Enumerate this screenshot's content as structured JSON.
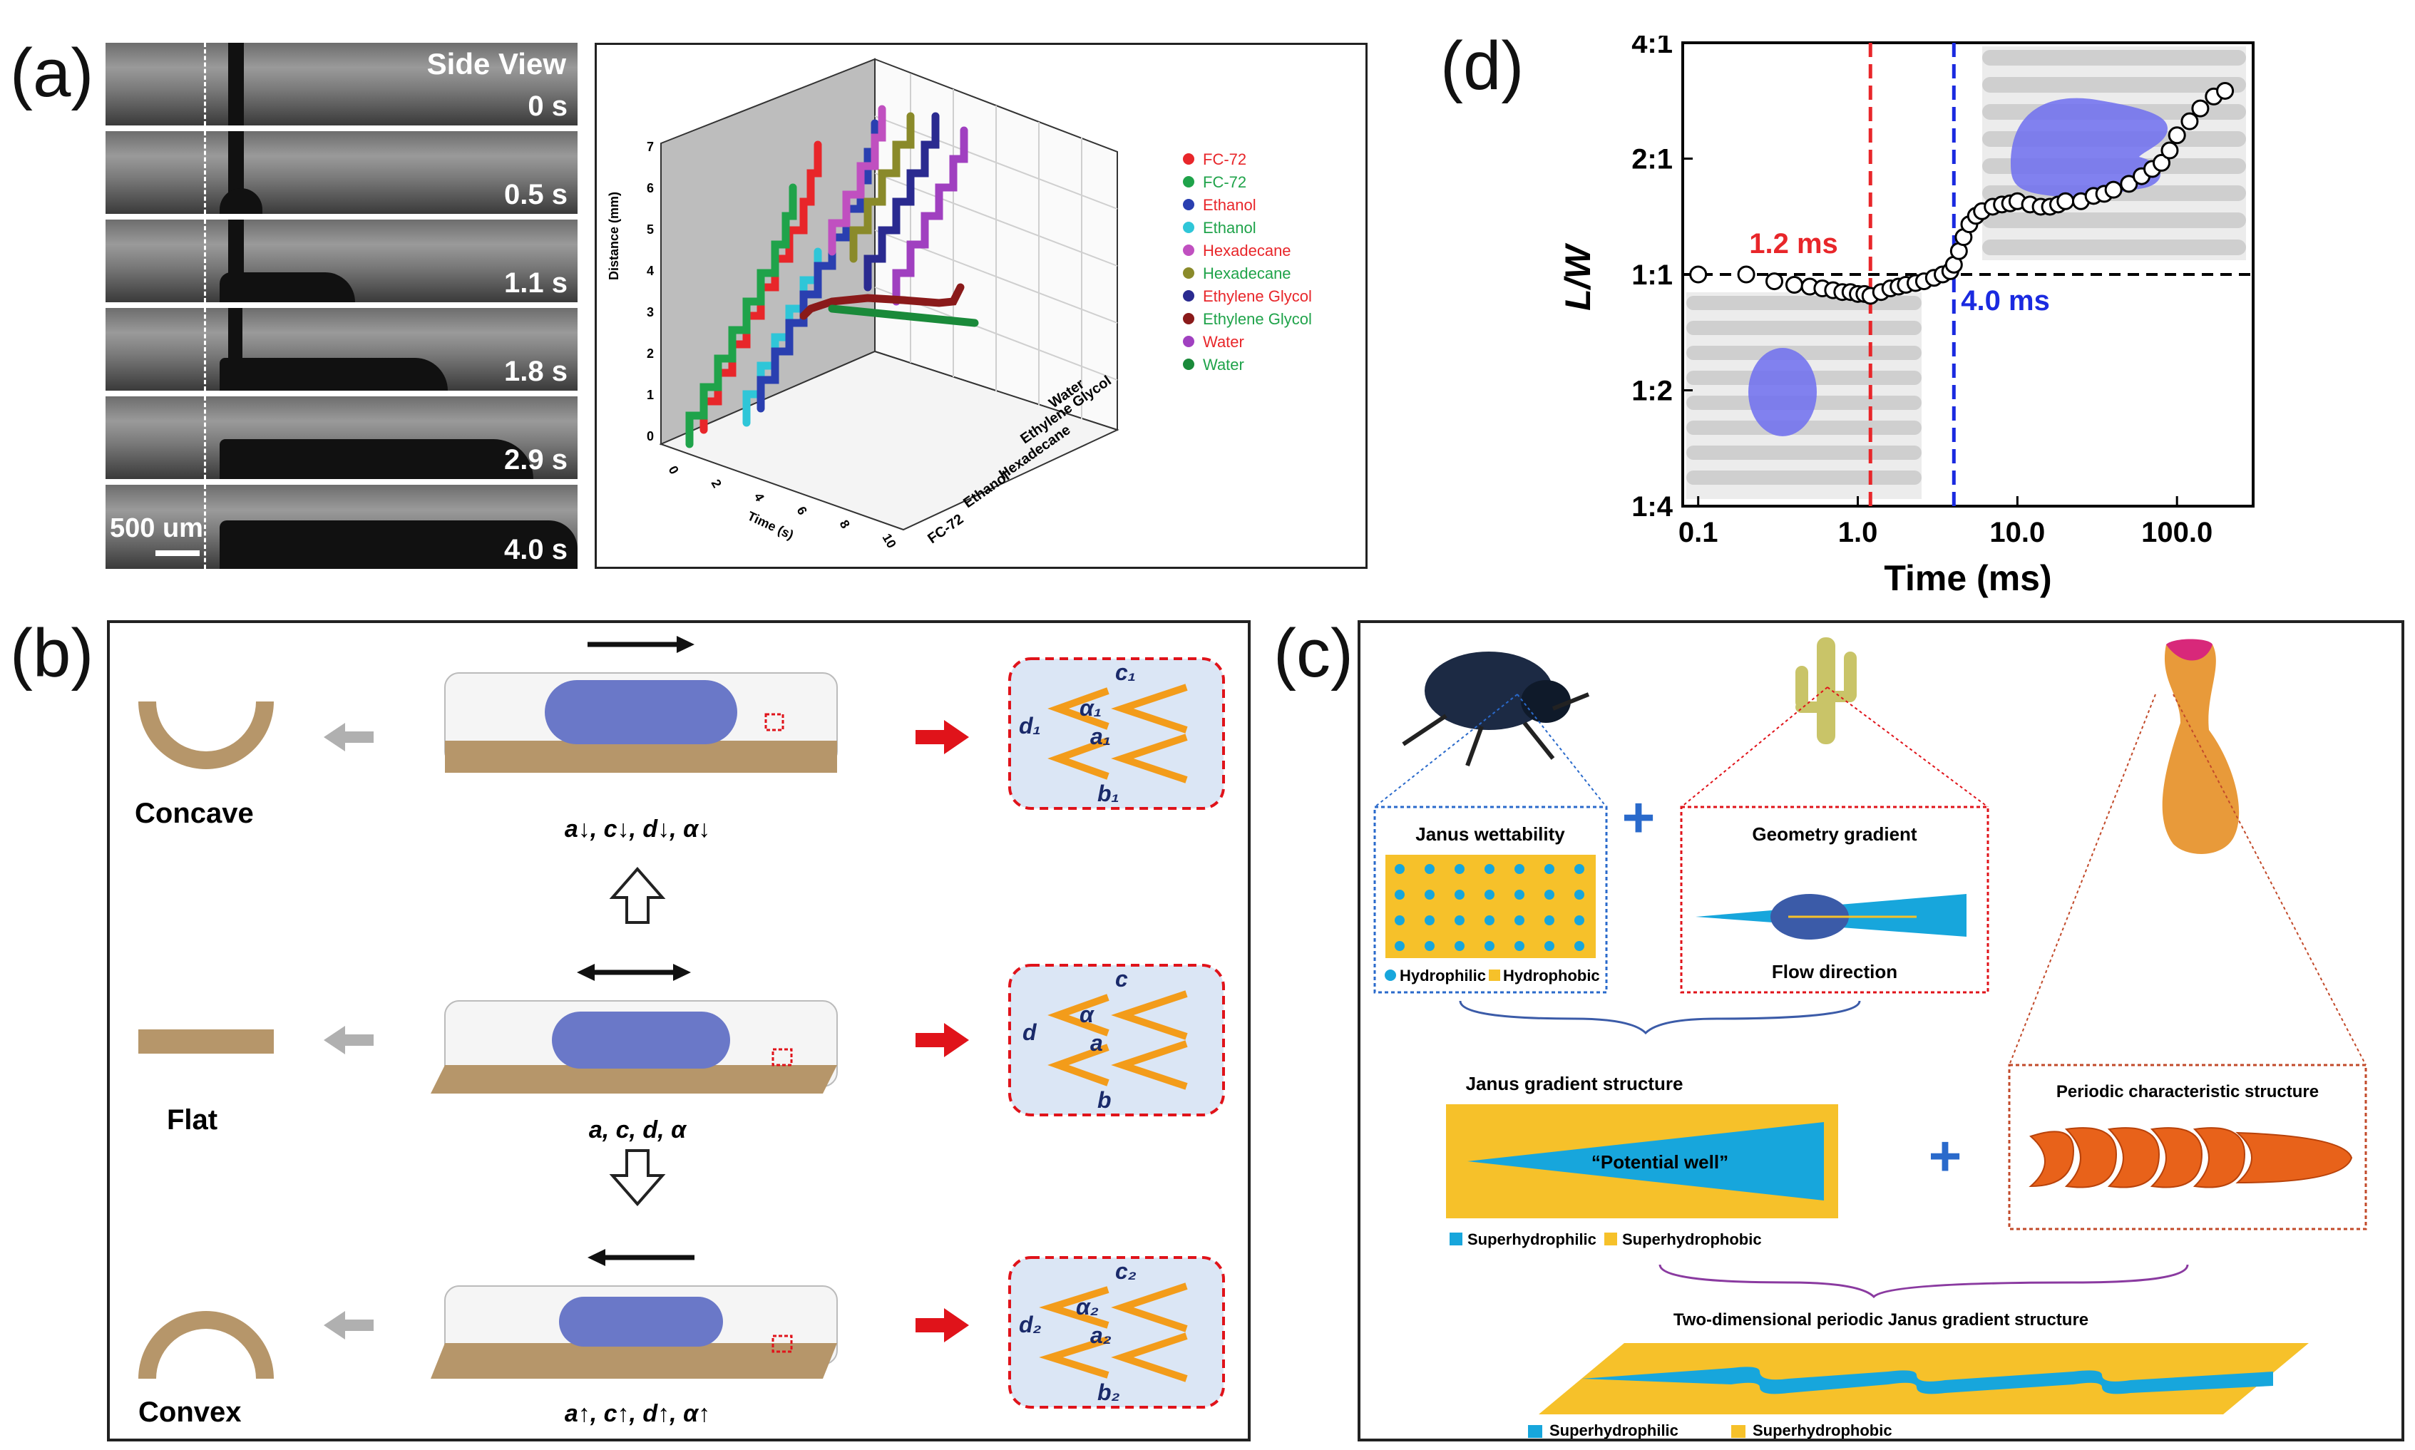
{
  "panel_labels": {
    "a": "(a)",
    "b": "(b)",
    "c": "(c)",
    "d": "(d)"
  },
  "panel_a": {
    "side_view": "Side View",
    "time_labels": [
      "0 s",
      "0.5 s",
      "1.1 s",
      "1.8 s",
      "2.9 s",
      "4.0 s"
    ],
    "scalebar": "500 um",
    "plot3d": {
      "zlabel": "Distance (mm)",
      "zticks": [
        "0",
        "1",
        "2",
        "3",
        "4",
        "5",
        "6",
        "7"
      ],
      "xlabel": "Time (s)",
      "xticks": [
        "0",
        "2",
        "4",
        "6",
        "8",
        "10"
      ],
      "liquids_axis": [
        "FC-72",
        "Ethanol",
        "Hexadecane",
        "Ethylene Glycol",
        "Water"
      ],
      "legend": [
        {
          "label": "FC-72",
          "color": "#e8262a"
        },
        {
          "label": "FC-72",
          "color": "#1fa34a"
        },
        {
          "label": "Ethanol",
          "color": "#e8262a"
        },
        {
          "label": "Ethanol",
          "color": "#1fa34a"
        },
        {
          "label": "Hexadecane",
          "color": "#e8262a"
        },
        {
          "label": "Hexadecane",
          "color": "#1fa34a"
        },
        {
          "label": "Ethylene Glycol",
          "color": "#e8262a"
        },
        {
          "label": "Ethylene Glycol",
          "color": "#1fa34a"
        },
        {
          "label": "Water",
          "color": "#e8262a"
        },
        {
          "label": "Water",
          "color": "#1fa34a"
        }
      ],
      "legend_marker_colors": [
        "#e8262a",
        "#1fa34a",
        "#2a3fb0",
        "#2fc6d8",
        "#c050c0",
        "#8a8a2a",
        "#2a2a90",
        "#8a1a1a",
        "#a040c0",
        "#1a8a3a"
      ]
    }
  },
  "panel_b": {
    "shapes": [
      "Concave",
      "Flat",
      "Convex"
    ],
    "captions": [
      "a↓, c↓, d↓, α↓",
      "a, c, d, α",
      "a↑, c↑, d↑, α↑"
    ],
    "zoom_labels": [
      {
        "c": "c₁",
        "alpha": "α₁",
        "d": "d₁",
        "a": "a₁",
        "b": "b₁"
      },
      {
        "c": "c",
        "alpha": "α",
        "d": "d",
        "a": "a",
        "b": "b"
      },
      {
        "c": "c₂",
        "alpha": "α₂",
        "d": "d₂",
        "a": "a₂",
        "b": "b₂"
      }
    ]
  },
  "panel_c": {
    "janus_title": "Janus wettability",
    "hydrophilic": "Hydrophilic",
    "hydrophobic": "Hydrophobic",
    "geometry_title": "Geometry gradient",
    "flow": "Flow direction",
    "janus_gradient": "Janus gradient structure",
    "potential_well": "“Potential well”",
    "superhydrophilic": "Superhydrophilic",
    "superhydrophobic": "Superhydrophobic",
    "periodic": "Periodic characteristic structure",
    "two_dim": "Two-dimensional periodic Janus gradient structure",
    "plus": "+",
    "colors": {
      "blue": "#17a6dc",
      "yellow": "#f6c12a",
      "orange": "#e8621a"
    }
  },
  "chart_data": {
    "type": "scatter",
    "title": "",
    "xlabel": "Time (ms)",
    "ylabel": "L/W",
    "xscale": "log",
    "xlim": [
      0.08,
      300
    ],
    "xticks": [
      "0.1",
      "1.0",
      "10.0",
      "100.0"
    ],
    "yticks": [
      "1:4",
      "1:2",
      "1:1",
      "2:1",
      "4:1"
    ],
    "ylim_log2": [
      -2,
      2
    ],
    "annotations": [
      {
        "text": "1.2 ms",
        "x": 1.2,
        "color": "#e8262a"
      },
      {
        "text": "4.0 ms",
        "x": 4.0,
        "color": "#1a2ae0"
      }
    ],
    "reference_line": {
      "y_ratio": "1:1"
    },
    "series": [
      {
        "x": [
          0.1,
          0.2,
          0.3,
          0.4,
          0.5,
          0.6,
          0.7,
          0.8,
          0.9,
          1.0,
          1.1,
          1.2,
          1.4,
          1.6,
          1.8,
          2.0,
          2.3,
          2.6,
          3.0,
          3.4,
          3.8,
          4.0,
          4.3,
          4.6,
          5.0,
          5.5,
          6.0,
          7.0,
          8.0,
          9.0,
          10.0,
          12.0,
          14.0,
          16.0,
          18.0,
          20.0,
          25.0,
          30.0,
          35.0,
          40.0,
          50.0,
          60.0,
          70.0,
          80.0,
          90.0,
          100.0,
          120.0,
          140.0,
          170.0,
          200.0
        ],
        "y": [
          1.0,
          1.0,
          0.96,
          0.94,
          0.93,
          0.92,
          0.91,
          0.9,
          0.9,
          0.89,
          0.89,
          0.88,
          0.9,
          0.92,
          0.93,
          0.94,
          0.95,
          0.96,
          0.98,
          1.0,
          1.02,
          1.06,
          1.15,
          1.25,
          1.35,
          1.42,
          1.46,
          1.5,
          1.52,
          1.53,
          1.55,
          1.52,
          1.5,
          1.5,
          1.52,
          1.55,
          1.55,
          1.6,
          1.62,
          1.66,
          1.72,
          1.8,
          1.88,
          1.95,
          2.1,
          2.3,
          2.5,
          2.7,
          2.9,
          3.0
        ]
      }
    ]
  }
}
